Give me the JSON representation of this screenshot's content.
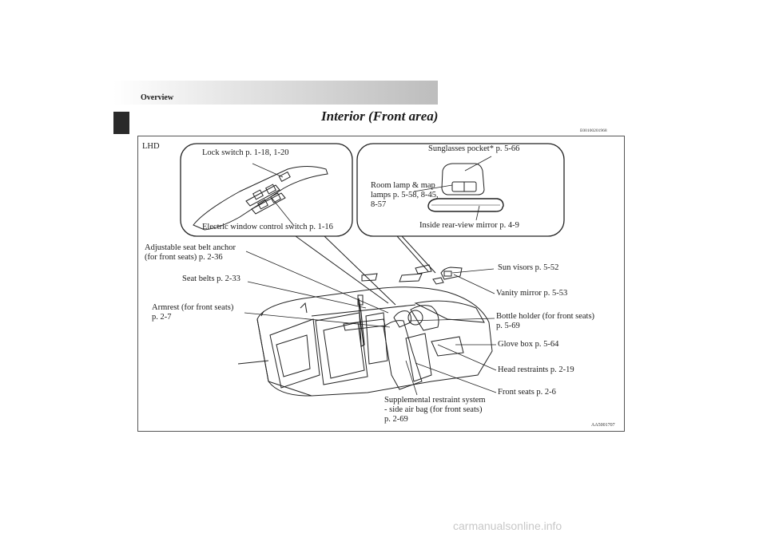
{
  "header": {
    "section": "Overview",
    "title": "Interior (Front area)",
    "code": "E00100201968"
  },
  "figure": {
    "region": "LHD",
    "image_code": "AA5001707",
    "callouts": {
      "lock_switch": "Lock switch p. 1-18, 1-20",
      "window_switch": "Electric window control switch p. 1-16",
      "sunglasses": "Sunglasses pocket* p. 5-66",
      "room_lamp": "Room lamp & map\nlamps p. 5-58, 8-45,\n8-57",
      "rear_mirror": "Inside rear-view mirror p. 4-9",
      "seat_belt_anchor": "Adjustable seat belt anchor\n(for front seats) p. 2-36",
      "seat_belts": "Seat belts p. 2-33",
      "armrest": "Armrest (for front seats)\np. 2-7",
      "sun_visors": "Sun visors p. 5-52",
      "vanity_mirror": "Vanity mirror p. 5-53",
      "bottle_holder": "Bottle holder (for front seats)\np. 5-69",
      "glove_box": "Glove box p. 5-64",
      "head_restraints": "Head restraints p. 2-19",
      "front_seats": "Front seats p. 2-6",
      "srs": "Supplemental restraint system\n- side air bag (for front seats)\np. 2-69"
    }
  },
  "watermark": "carmanualsonline.info"
}
